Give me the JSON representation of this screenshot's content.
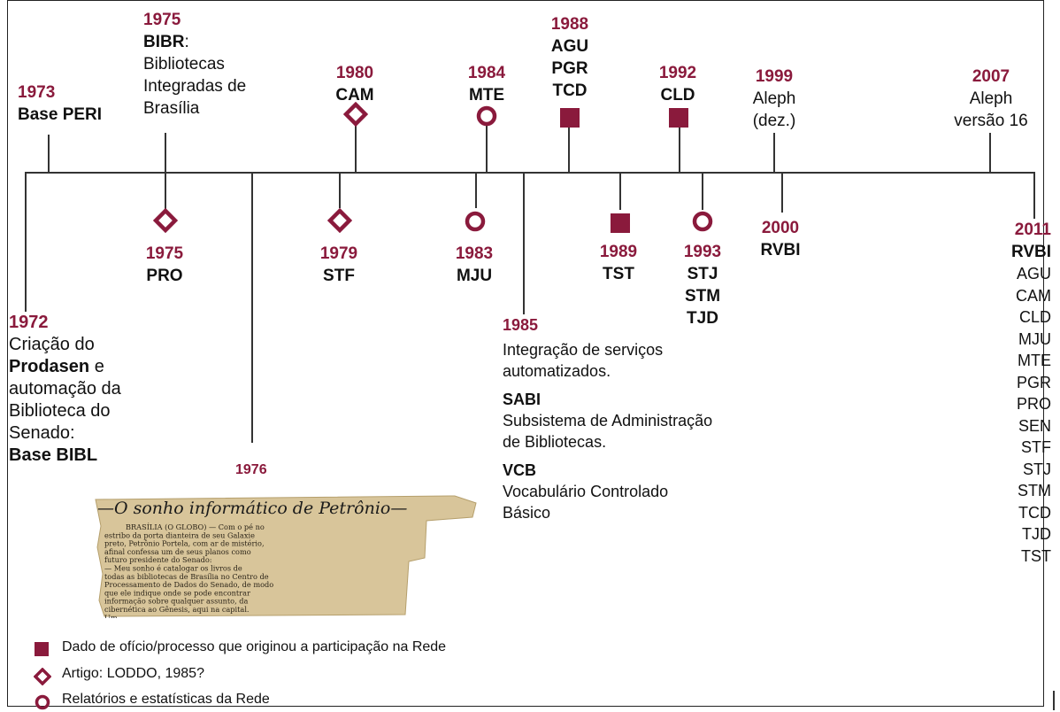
{
  "colors": {
    "accent": "#8a1a3c",
    "line": "#333333"
  },
  "events": {
    "e1972": {
      "year": "1972",
      "t1": "Criação do",
      "t2_bold": "Prodasen",
      "t2_rest": " e",
      "t3": "automação da",
      "t4": "Biblioteca do",
      "t5": "Senado:",
      "t6_bold": "Base BIBL"
    },
    "e1973": {
      "year": "1973",
      "name": "Base PERI"
    },
    "e1975a": {
      "year": "1975",
      "name": "BIBR",
      "colon": ":",
      "l1": "Bibliotecas",
      "l2": "Integradas de",
      "l3": "Brasília"
    },
    "e1975b": {
      "year": "1975",
      "name": "PRO",
      "marker": "diamond"
    },
    "e1976": {
      "year": "1976"
    },
    "e1979": {
      "year": "1979",
      "name": "STF",
      "marker": "diamond"
    },
    "e1980": {
      "year": "1980",
      "name": "CAM",
      "marker": "diamond"
    },
    "e1983": {
      "year": "1983",
      "name": "MJU",
      "marker": "circle"
    },
    "e1984": {
      "year": "1984",
      "name": "MTE",
      "marker": "circle"
    },
    "e1985": {
      "year": "1985",
      "l1": "Integração de serviços",
      "l2": "automatizados.",
      "sabi": "SABI",
      "s1": "Subsistema de Administração",
      "s2": "de Bibliotecas.",
      "vcb": "VCB",
      "v1": "Vocabulário Controlado",
      "v2": "Básico"
    },
    "e1988": {
      "year": "1988",
      "n1": "AGU",
      "n2": "PGR",
      "n3": "TCD",
      "marker": "square"
    },
    "e1989": {
      "year": "1989",
      "name": "TST",
      "marker": "square"
    },
    "e1992": {
      "year": "1992",
      "name": "CLD",
      "marker": "square"
    },
    "e1993": {
      "year": "1993",
      "n1": "STJ",
      "n2": "STM",
      "n3": "TJD",
      "marker": "circle"
    },
    "e1999": {
      "year": "1999",
      "l1": "Aleph",
      "l2": "(dez.)"
    },
    "e2000": {
      "year": "2000",
      "name": "RVBI"
    },
    "e2007": {
      "year": "2007",
      "l1": "Aleph",
      "l2": "versão 16"
    },
    "e2011": {
      "year": "2011",
      "name": "RVBI",
      "members": [
        "AGU",
        "CAM",
        "CLD",
        "MJU",
        "MTE",
        "PGR",
        "PRO",
        "SEN",
        "STF",
        "STJ",
        "STM",
        "TCD",
        "TJD",
        "TST"
      ]
    }
  },
  "clipping": {
    "headline": "—O sonho informático de Petrônio—",
    "body": [
      "BRASÍLIA (O GLOBO) — Com o pé no",
      "estribo da porta dianteira de seu Galaxie",
      "preto, Petrônio Portela, com ar de mistério,",
      "afinal confessa um de seus planos como",
      "futuro presidente do Senado:",
      "— Meu sonho é catalogar os livros de",
      "todas as bibliotecas de Brasília no Centro de",
      "Processamento de Dados do Senado, de modo",
      "que ele indique onde se pode encontrar",
      "informação sobre qualquer assunto, da",
      "cibernética ao Gênesis, aqui na capital.",
      "Um ..."
    ]
  },
  "legend": [
    {
      "icon": "square-icon",
      "label": "Dado de ofício/processo que originou a participação na Rede"
    },
    {
      "icon": "diamond-icon",
      "label": "Artigo: LODDO, 1985?"
    },
    {
      "icon": "circle-icon",
      "label": "Relatórios e estatísticas da Rede"
    }
  ]
}
